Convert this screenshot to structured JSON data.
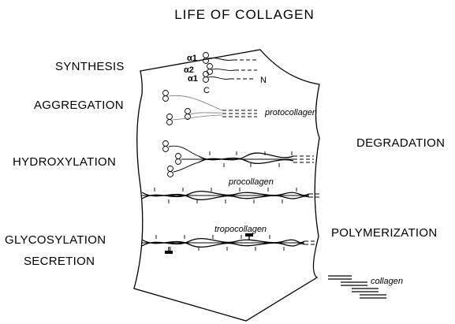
{
  "title": "LIFE OF COLLAGEN",
  "stages_left": {
    "synthesis": "SYNTHESIS",
    "aggregation": "AGGREGATION",
    "hydroxylation": "HYDROXYLATION",
    "glycosylation": "GLYCOSYLATION",
    "secretion": "SECRETION"
  },
  "stages_right": {
    "degradation": "DEGRADATION",
    "polymerization": "POLYMERIZATION"
  },
  "chains": {
    "alpha1_top": "α1",
    "alpha2": "α2",
    "alpha1_bottom": "α1",
    "n_terminus": "N",
    "c_terminus": "C"
  },
  "forms": {
    "protocollagen": "protocollagen",
    "procollagen": "procollagen",
    "tropocollagen": "tropocollagen",
    "collagen": "collagen"
  }
}
